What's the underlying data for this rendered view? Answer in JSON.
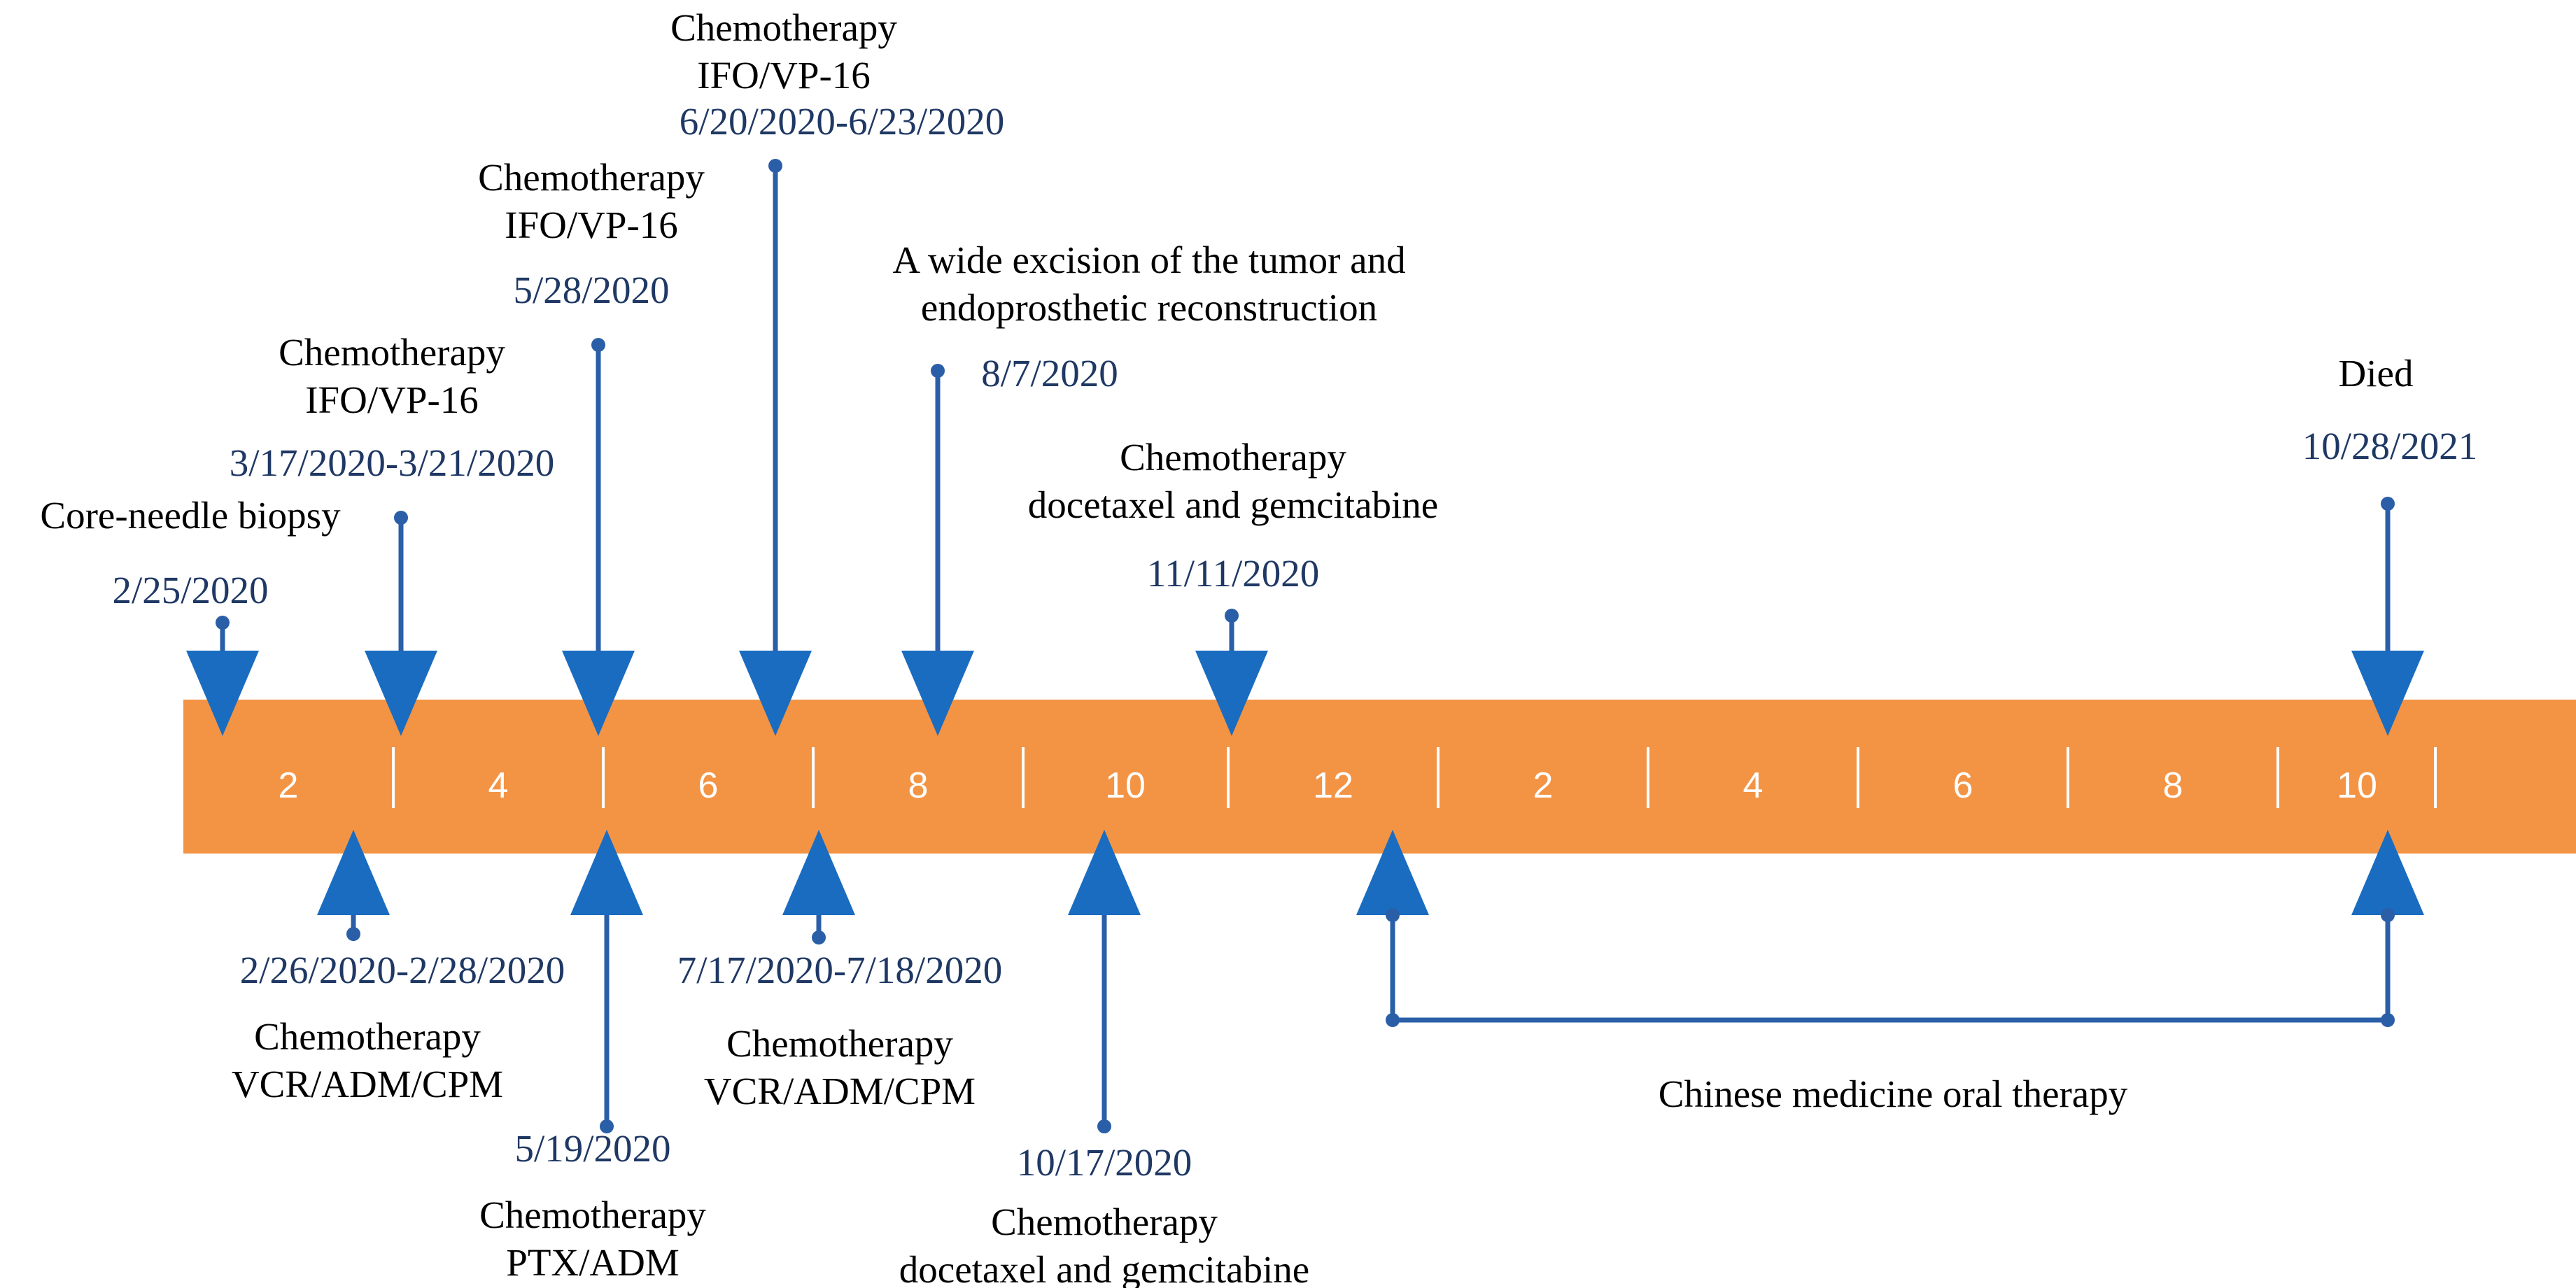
{
  "colors": {
    "band": "#f39445",
    "arrow": "#1a6cc0",
    "line": "#2a5fa8",
    "date_text": "#1f3864",
    "label_text": "#000000",
    "month_text": "#ffffff"
  },
  "months": [
    {
      "label": "2"
    },
    {
      "label": "4"
    },
    {
      "label": "6"
    },
    {
      "label": "8"
    },
    {
      "label": "10"
    },
    {
      "label": "12"
    },
    {
      "label": "2"
    },
    {
      "label": "4"
    },
    {
      "label": "6"
    },
    {
      "label": "8"
    },
    {
      "label": "10"
    }
  ],
  "events_above": [
    {
      "id": "biopsy",
      "lines": [
        "Core-needle biopsy"
      ],
      "date": "2/25/2020"
    },
    {
      "id": "chemo-0317",
      "lines": [
        "Chemotherapy",
        "IFO/VP-16"
      ],
      "date": "3/17/2020-3/21/2020"
    },
    {
      "id": "chemo-0528",
      "lines": [
        "Chemotherapy",
        "IFO/VP-16"
      ],
      "date": "5/28/2020"
    },
    {
      "id": "chemo-0620",
      "lines": [
        "Chemotherapy",
        "IFO/VP-16"
      ],
      "date": "6/20/2020-6/23/2020"
    },
    {
      "id": "excision",
      "lines": [
        "A wide excision of the tumor and",
        "endoprosthetic reconstruction"
      ],
      "date": "8/7/2020"
    },
    {
      "id": "chemo-1111",
      "lines": [
        "Chemotherapy",
        "docetaxel and gemcitabine"
      ],
      "date": "11/11/2020"
    },
    {
      "id": "died",
      "lines": [
        "Died"
      ],
      "date": "10/28/2021"
    }
  ],
  "events_below": [
    {
      "id": "chemo-0226",
      "date": "2/26/2020-2/28/2020",
      "lines": [
        "Chemotherapy",
        "VCR/ADM/CPM"
      ]
    },
    {
      "id": "chemo-0519",
      "date": "5/19/2020",
      "lines": [
        "Chemotherapy",
        "PTX/ADM"
      ]
    },
    {
      "id": "chemo-0717",
      "date": "7/17/2020-7/18/2020",
      "lines": [
        "Chemotherapy",
        "VCR/ADM/CPM"
      ]
    },
    {
      "id": "chemo-1017",
      "date": "10/17/2020",
      "lines": [
        "Chemotherapy",
        "docetaxel and gemcitabine"
      ]
    }
  ],
  "span": {
    "label": "Chinese medicine oral therapy"
  }
}
